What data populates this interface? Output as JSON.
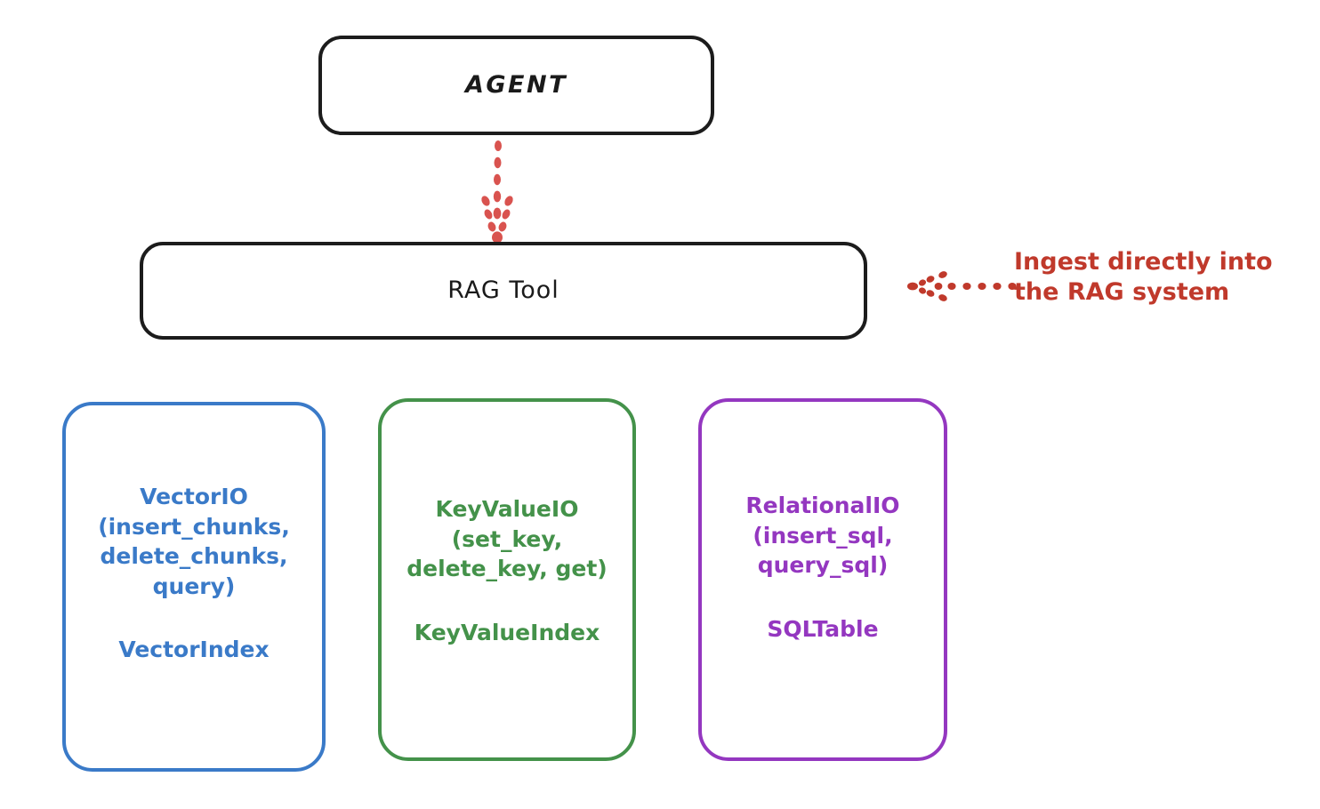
{
  "diagram": {
    "title_node": "AGENT",
    "tool_node": "RAG Tool",
    "annotation": "Ingest directly into\nthe RAG system",
    "colors": {
      "black": "#1c1c1c",
      "red": "#c0392b",
      "blue": "#3a7ac8",
      "green": "#44924a",
      "purple": "#9437c0",
      "background": "#ffffff"
    },
    "providers": [
      {
        "id": "vector",
        "api": "VectorIO\n(insert_chunks,\ndelete_chunks,\nquery)",
        "index": "VectorIndex",
        "color": "#3a7ac8"
      },
      {
        "id": "keyvalue",
        "api": "KeyValueIO\n(set_key,\ndelete_key, get)",
        "index": "KeyValueIndex",
        "color": "#44924a"
      },
      {
        "id": "relational",
        "api": "RelationalIO\n(insert_sql,\nquery_sql)",
        "index": "SQLTable",
        "color": "#9437c0"
      }
    ],
    "connectors": [
      {
        "id": "agent-to-rag",
        "style": "dotted",
        "direction": "down",
        "color": "#c0392b"
      },
      {
        "id": "ingest-to-rag",
        "style": "dotted",
        "direction": "left",
        "color": "#c0392b"
      }
    ]
  }
}
